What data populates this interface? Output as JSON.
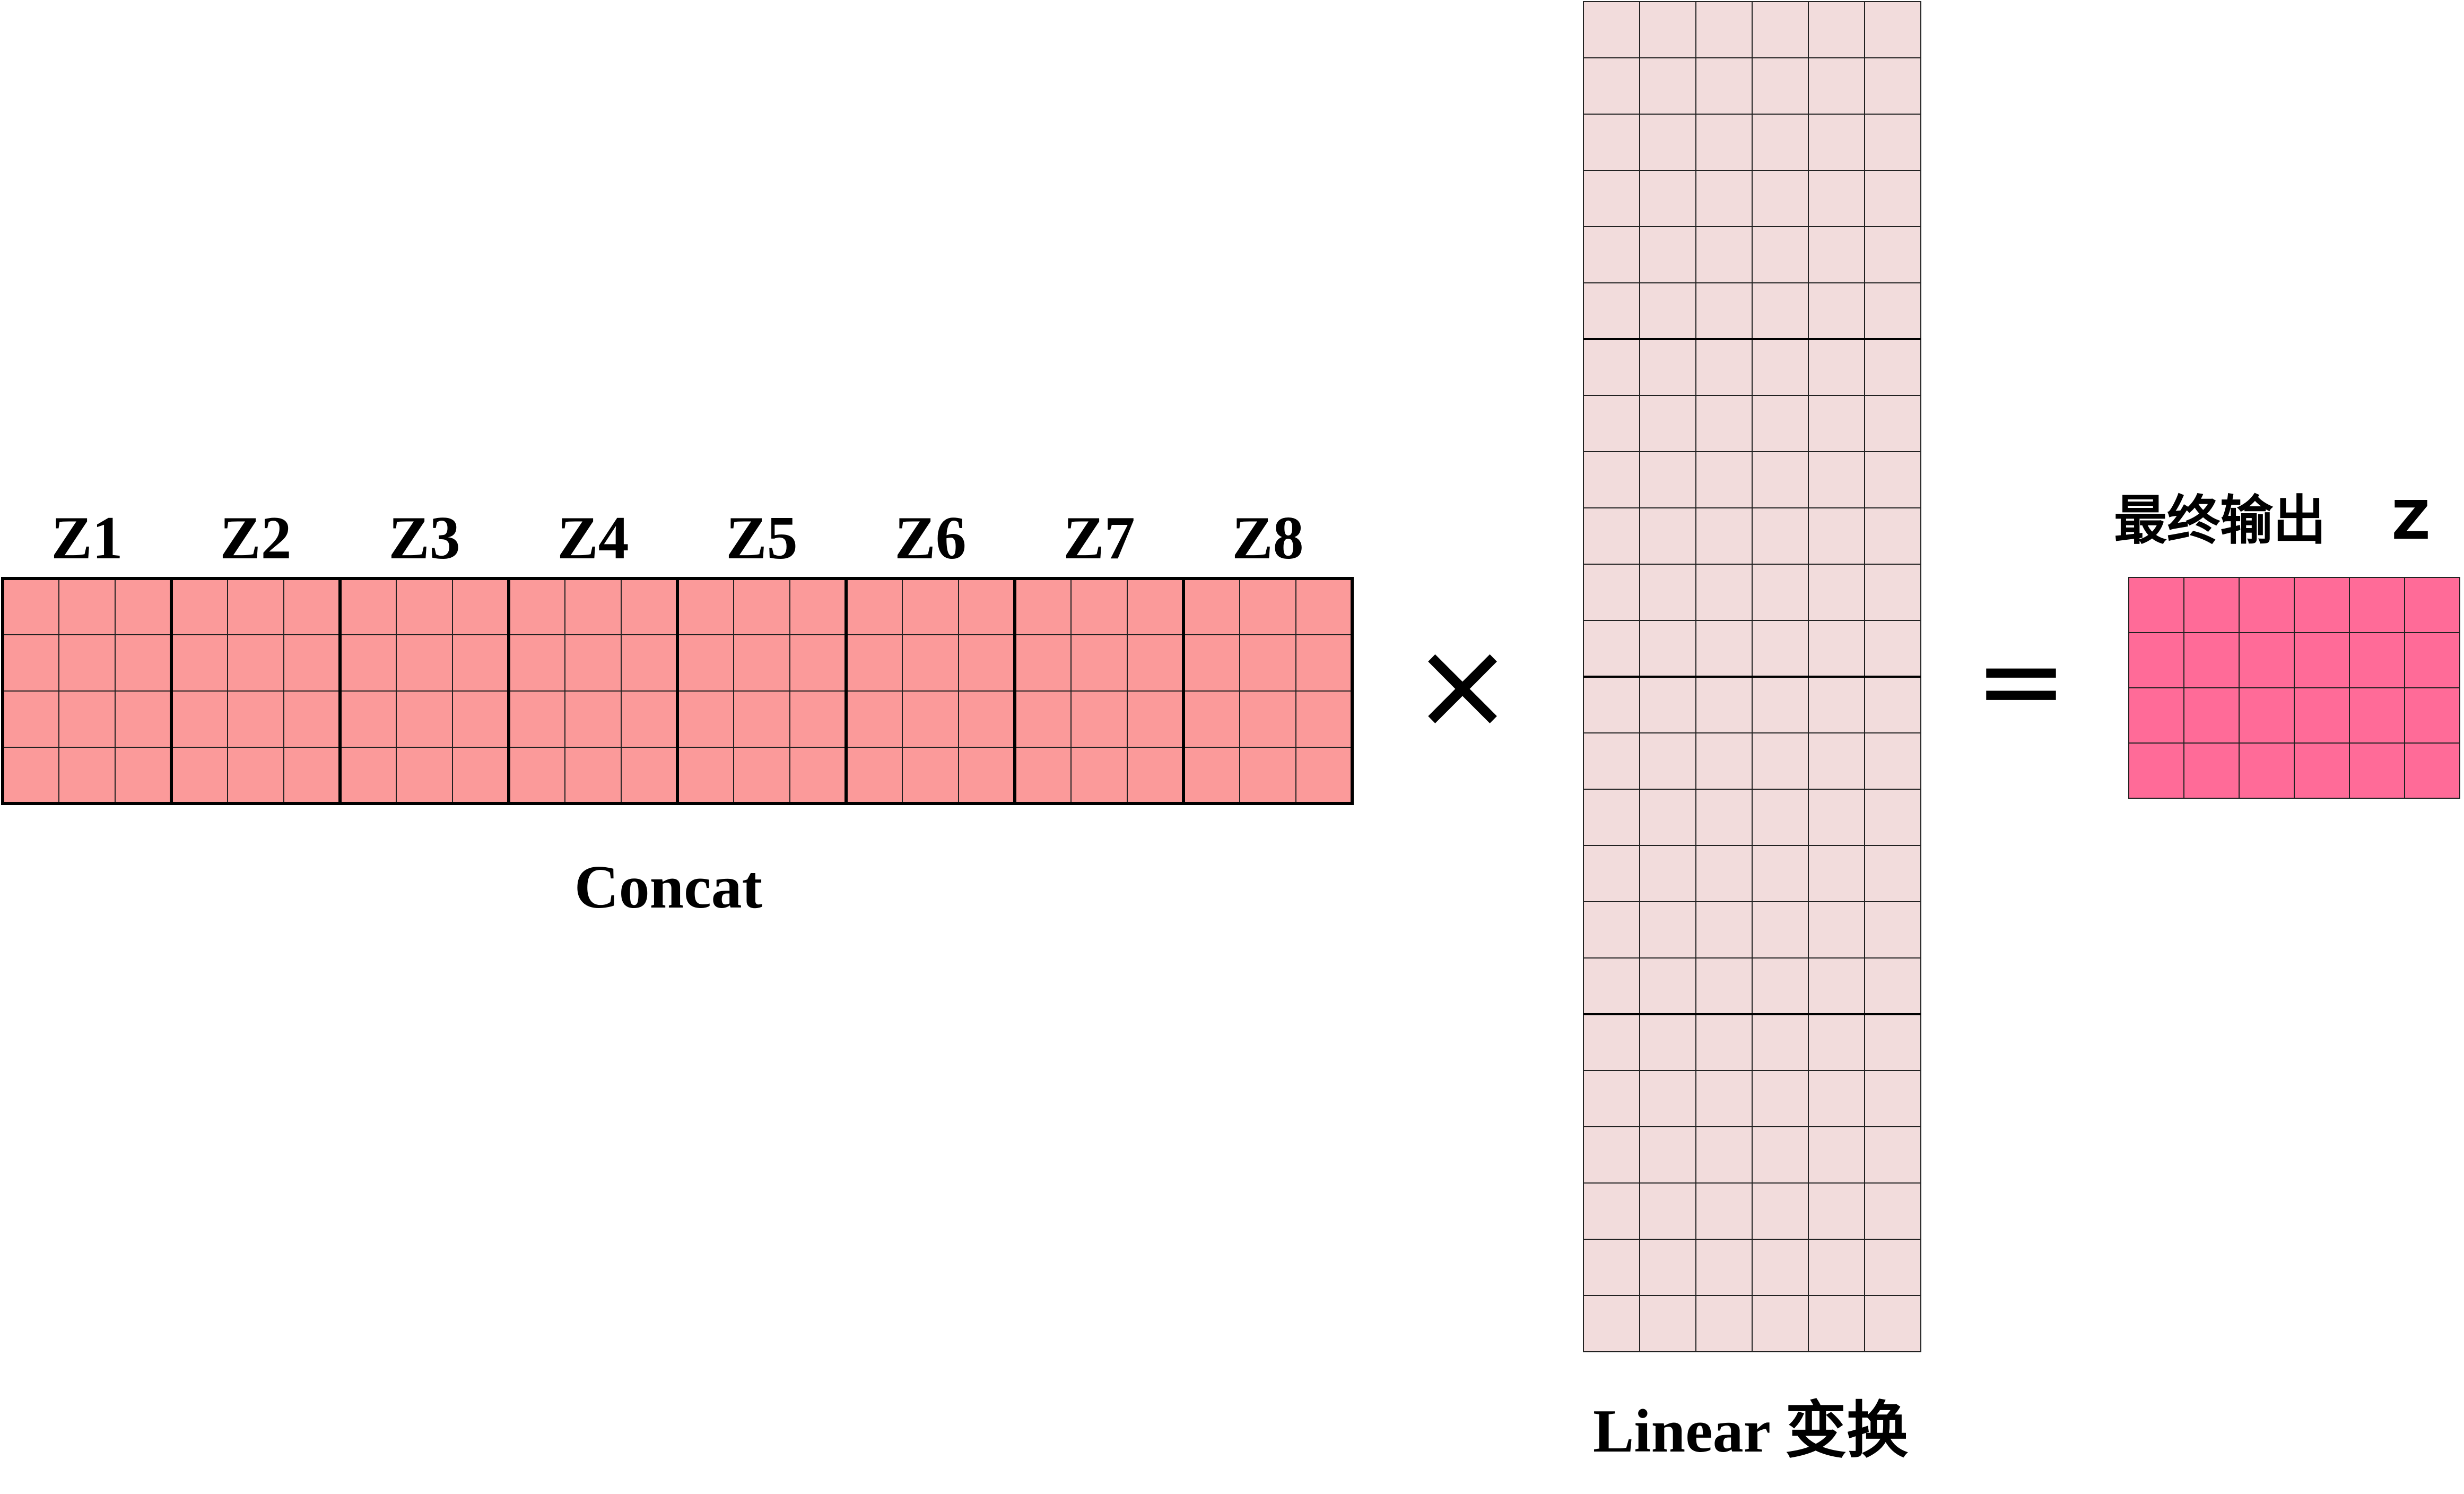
{
  "concat": {
    "block_labels": [
      "Z1",
      "Z2",
      "Z3",
      "Z4",
      "Z5",
      "Z6",
      "Z7",
      "Z8"
    ],
    "rows": 4,
    "cols_per_block": 3,
    "fill": "#fb9a9a",
    "caption": "Concat"
  },
  "operators": {
    "multiply": "×",
    "equals": "="
  },
  "linear": {
    "rows": 24,
    "cols": 6,
    "group_every": 6,
    "fill": "#f2dcdc",
    "caption": "Linear 变换"
  },
  "output": {
    "rows": 4,
    "cols": 6,
    "fill": "#ff6b98",
    "title": "最终输出",
    "symbol": "Z"
  }
}
